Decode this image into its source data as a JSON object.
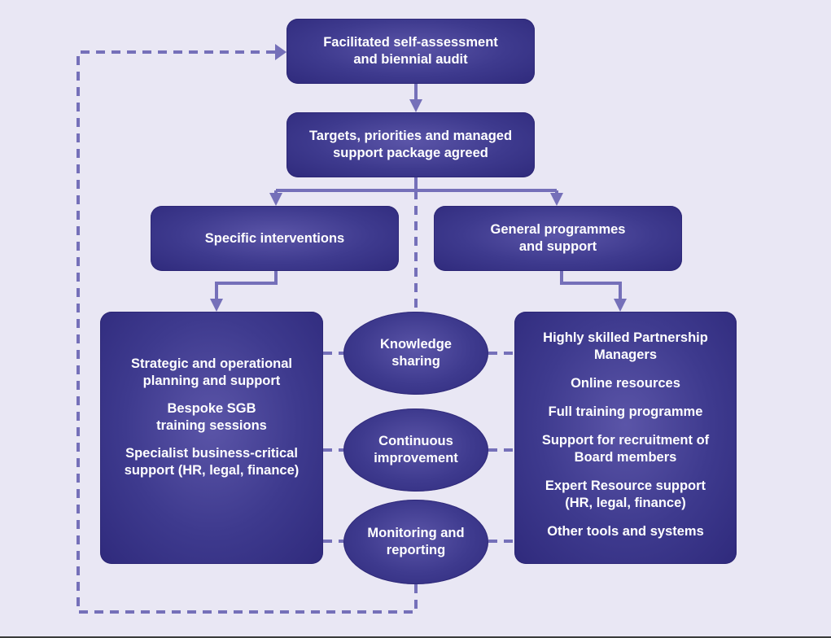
{
  "colors": {
    "background": "#e9e7f4",
    "node_fill": "#3e3a8e",
    "connector": "#7570b9",
    "text": "#ffffff"
  },
  "nodes": {
    "self_assessment": {
      "lines": [
        "Facilitated self-assessment",
        "and biennial audit"
      ]
    },
    "targets": {
      "lines": [
        "Targets, priorities and managed",
        "support package agreed"
      ]
    },
    "specific_interventions": {
      "lines": [
        "Specific interventions"
      ]
    },
    "general_programmes": {
      "lines": [
        "General programmes",
        "and support"
      ]
    },
    "knowledge_sharing": {
      "lines": [
        "Knowledge",
        "sharing"
      ]
    },
    "continuous_improvement": {
      "lines": [
        "Continuous",
        "improvement"
      ]
    },
    "monitoring_reporting": {
      "lines": [
        "Monitoring and",
        "reporting"
      ]
    }
  },
  "specific_list": [
    [
      "Strategic and operational",
      "planning and support"
    ],
    [
      "Bespoke SGB",
      "training sessions"
    ],
    [
      "Specialist business-critical",
      "support (HR, legal, finance)"
    ]
  ],
  "general_list": [
    [
      "Highly skilled Partnership",
      "Managers"
    ],
    [
      "Online resources"
    ],
    [
      "Full training programme"
    ],
    [
      "Support for recruitment of",
      "Board members"
    ],
    [
      "Expert Resource support",
      "(HR, legal, finance)"
    ],
    [
      "Other tools and systems"
    ]
  ]
}
